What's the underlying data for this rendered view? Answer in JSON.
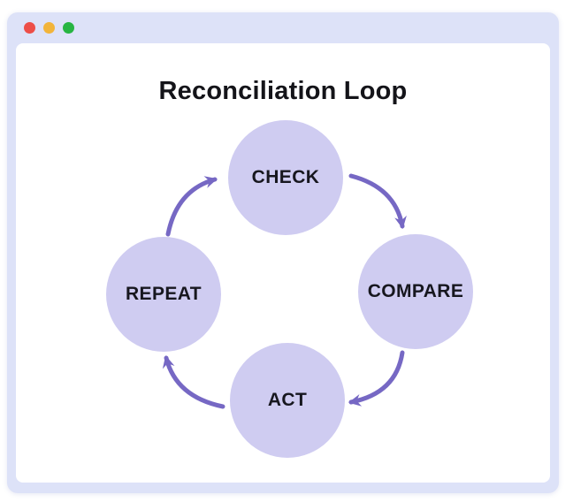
{
  "window": {
    "chrome_color": "#dde2f8",
    "traffic_lights": [
      {
        "name": "close",
        "color": "#ed4e48"
      },
      {
        "name": "minimize",
        "color": "#f2b43a"
      },
      {
        "name": "maximize",
        "color": "#27b542"
      }
    ]
  },
  "diagram": {
    "title": "Reconciliation Loop",
    "type": "cycle",
    "node_fill_color": "#cfccf1",
    "node_text_color": "#17171f",
    "arrow_color": "#7668c4",
    "nodes": [
      {
        "id": "check",
        "label": "CHECK",
        "position": "top"
      },
      {
        "id": "compare",
        "label": "COMPARE",
        "position": "right"
      },
      {
        "id": "act",
        "label": "ACT",
        "position": "bottom"
      },
      {
        "id": "repeat",
        "label": "REPEAT",
        "position": "left"
      }
    ],
    "edges": [
      {
        "from": "CHECK",
        "to": "COMPARE"
      },
      {
        "from": "COMPARE",
        "to": "ACT"
      },
      {
        "from": "ACT",
        "to": "REPEAT"
      },
      {
        "from": "REPEAT",
        "to": "CHECK"
      }
    ]
  }
}
